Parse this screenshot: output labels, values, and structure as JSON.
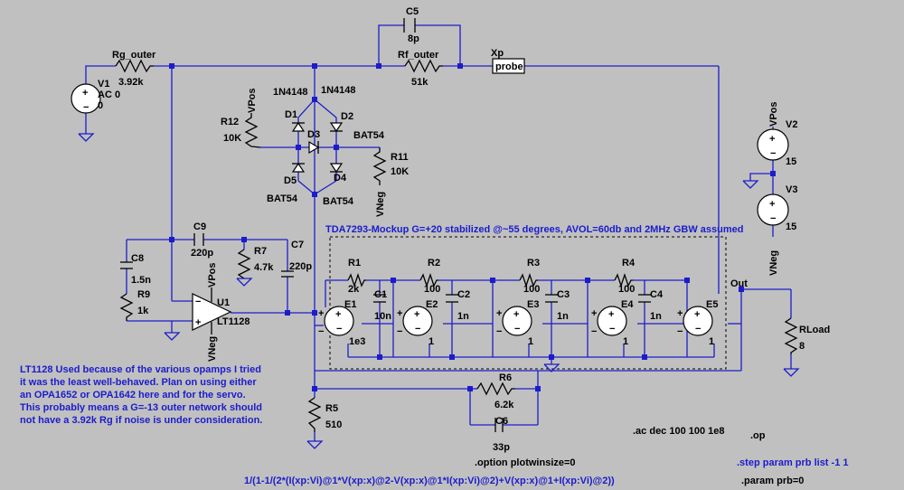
{
  "schematic": {
    "components": {
      "rg_outer": {
        "name": "Rg_outer",
        "value": "3.92k"
      },
      "rf_outer": {
        "name": "Rf_outer",
        "value": "51k"
      },
      "c5": {
        "name": "C5",
        "value": "8p"
      },
      "xp": {
        "name": "Xp",
        "box": "probe"
      },
      "v1": {
        "name": "V1",
        "value1": "AC 0",
        "value2": "0"
      },
      "v2": {
        "name": "V2",
        "value": "15"
      },
      "v3": {
        "name": "V3",
        "value": "15"
      },
      "r12": {
        "name": "R12",
        "value": "10K"
      },
      "r11": {
        "name": "R11",
        "value": "10K"
      },
      "d1": {
        "name": "D1",
        "model": "1N4148"
      },
      "d2": {
        "name": "D2",
        "model": "1N4148"
      },
      "d3": {
        "name": "D3",
        "model": "BAT54"
      },
      "d4": {
        "name": "D4",
        "model": "BAT54"
      },
      "d5": {
        "name": "D5",
        "model": "BAT54"
      },
      "c9": {
        "name": "C9",
        "value": "220p"
      },
      "c7": {
        "name": "C7",
        "value": "220p"
      },
      "c8": {
        "name": "C8",
        "value": "1.5n"
      },
      "r7": {
        "name": "R7",
        "value": "4.7k"
      },
      "r9": {
        "name": "R9",
        "value": "1k"
      },
      "u1": {
        "name": "U1",
        "model": "LT1128"
      },
      "r1": {
        "name": "R1",
        "value": "2k"
      },
      "r2": {
        "name": "R2",
        "value": "100"
      },
      "r3": {
        "name": "R3",
        "value": "100"
      },
      "r4": {
        "name": "R4",
        "value": "100"
      },
      "c1": {
        "name": "C1",
        "value": "10n"
      },
      "c2": {
        "name": "C2",
        "value": "1n"
      },
      "c3": {
        "name": "C3",
        "value": "1n"
      },
      "c4": {
        "name": "C4",
        "value": "1n"
      },
      "e1": {
        "name": "E1",
        "value": "1e3"
      },
      "e2": {
        "name": "E2",
        "value": "1"
      },
      "e3": {
        "name": "E3",
        "value": "1"
      },
      "e4": {
        "name": "E4",
        "value": "1"
      },
      "e5": {
        "name": "E5",
        "value": "1"
      },
      "r5": {
        "name": "R5",
        "value": "510"
      },
      "r6": {
        "name": "R6",
        "value": "6.2k"
      },
      "c6": {
        "name": "C6",
        "value": "33p"
      },
      "rload": {
        "name": "RLoad",
        "value": "8"
      }
    },
    "nets": {
      "vpos": "VPos",
      "vneg": "VNeg",
      "out": "Out"
    },
    "notes": {
      "mockup_title": "TDA7293-Mockup G=+20 stabilized @~55 degrees, AVOL=60db and 2MHz GBW assumed",
      "comment_lines": [
        "LT1128 Used because of the various opamps I tried",
        "it was the least well-behaved. Plan on using either",
        "an OPA1652 or OPA1642 here and for the servo.",
        "This probably means a G=-13 outer network should",
        "not have a 3.92k Rg if noise is under consideration."
      ],
      "directive_ac": ".ac dec 100 100 1e8",
      "directive_op": ".op",
      "directive_option": ".option plotwinsize=0",
      "directive_step": ".step param prb list -1 1",
      "directive_param": ".param prb=0",
      "formula": "1/(1-1/(2*(I(xp:Vi)@1*V(xp:x)@2-V(xp:x)@1*I(xp:Vi)@2)+V(xp:x)@1+I(xp:Vi)@2))"
    }
  }
}
